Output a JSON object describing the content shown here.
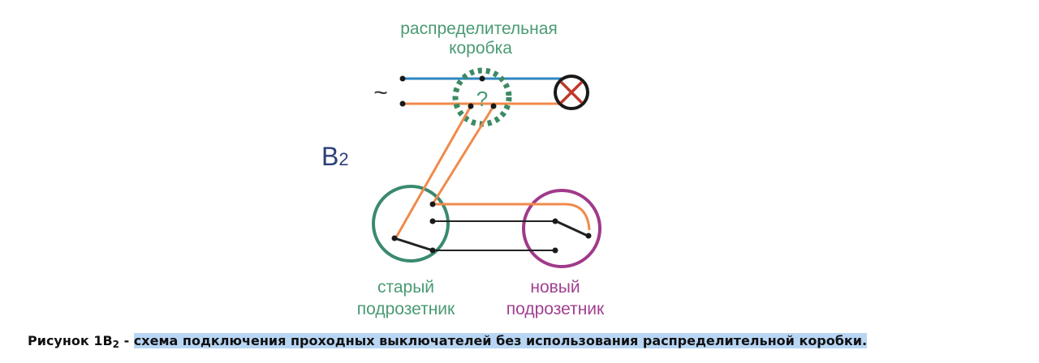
{
  "labels": {
    "box_line1": "распределительная",
    "box_line2": "коробка",
    "unknown": "?",
    "ac": "~",
    "b_letter": "B",
    "b_sub": "2",
    "old_line1": "старый",
    "old_line2": "подрозетник",
    "new_line1": "новый",
    "new_line2": "подрозетник"
  },
  "caption": {
    "prefix": "Рисунок 1B",
    "sub": "2",
    "dash": " - ",
    "text": "схема подключения проходных выключателей без использования распределительной коробки."
  },
  "colors": {
    "label_green": "#4a9a73",
    "box_dots": "#3d8a63",
    "wire_blue": "#2e86c1",
    "wire_orange": "#f08a4b",
    "wire_black": "#222222",
    "lamp_x": "#c0392b",
    "b_navy": "#2c3e7a",
    "old_circle": "#3a8a6e",
    "new_circle": "#a03a8a",
    "new_text": "#a04090"
  }
}
